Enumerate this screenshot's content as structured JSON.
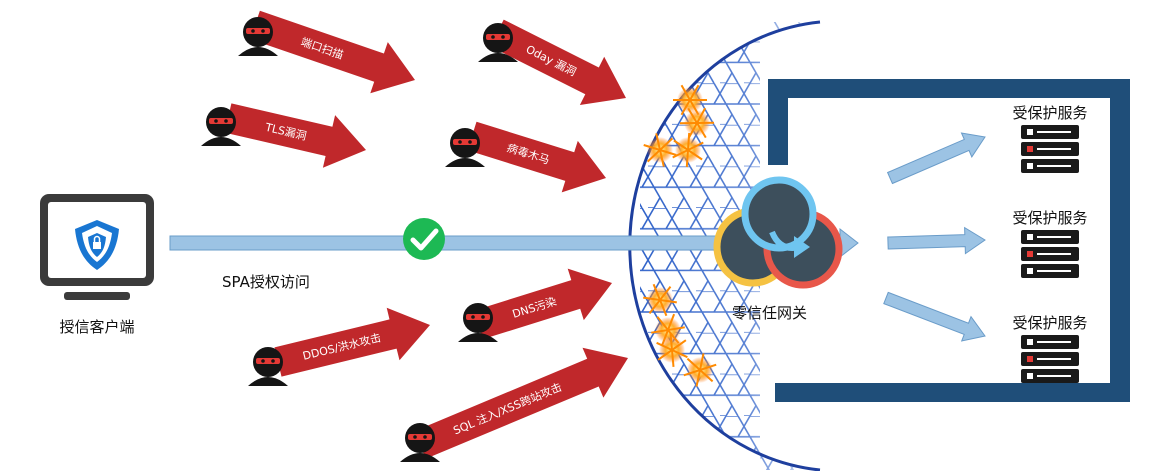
{
  "client": {
    "label": "授信客户端"
  },
  "spa_path": {
    "label": "SPA授权访问"
  },
  "gateway": {
    "label": "零信任网关"
  },
  "attacks": [
    {
      "label": "端口扫描"
    },
    {
      "label": "TLS漏洞"
    },
    {
      "label": "Oday 漏洞"
    },
    {
      "label": "病毒木马"
    },
    {
      "label": "DDOS/洪水攻击"
    },
    {
      "label": "DNS污染"
    },
    {
      "label": "SQL 注入/XSS跨站攻击"
    }
  ],
  "services": [
    {
      "label": "受保护服务"
    },
    {
      "label": "受保护服务"
    },
    {
      "label": "受保护服务"
    }
  ],
  "colors": {
    "attack_red": "#c0282b",
    "spa_blue": "#9cc3e4",
    "frame_navy": "#1f4e79",
    "check_green": "#1db954",
    "gateway_yellow": "#f5c242",
    "gateway_coral": "#e8574a",
    "gateway_sky": "#6fc5f0"
  }
}
